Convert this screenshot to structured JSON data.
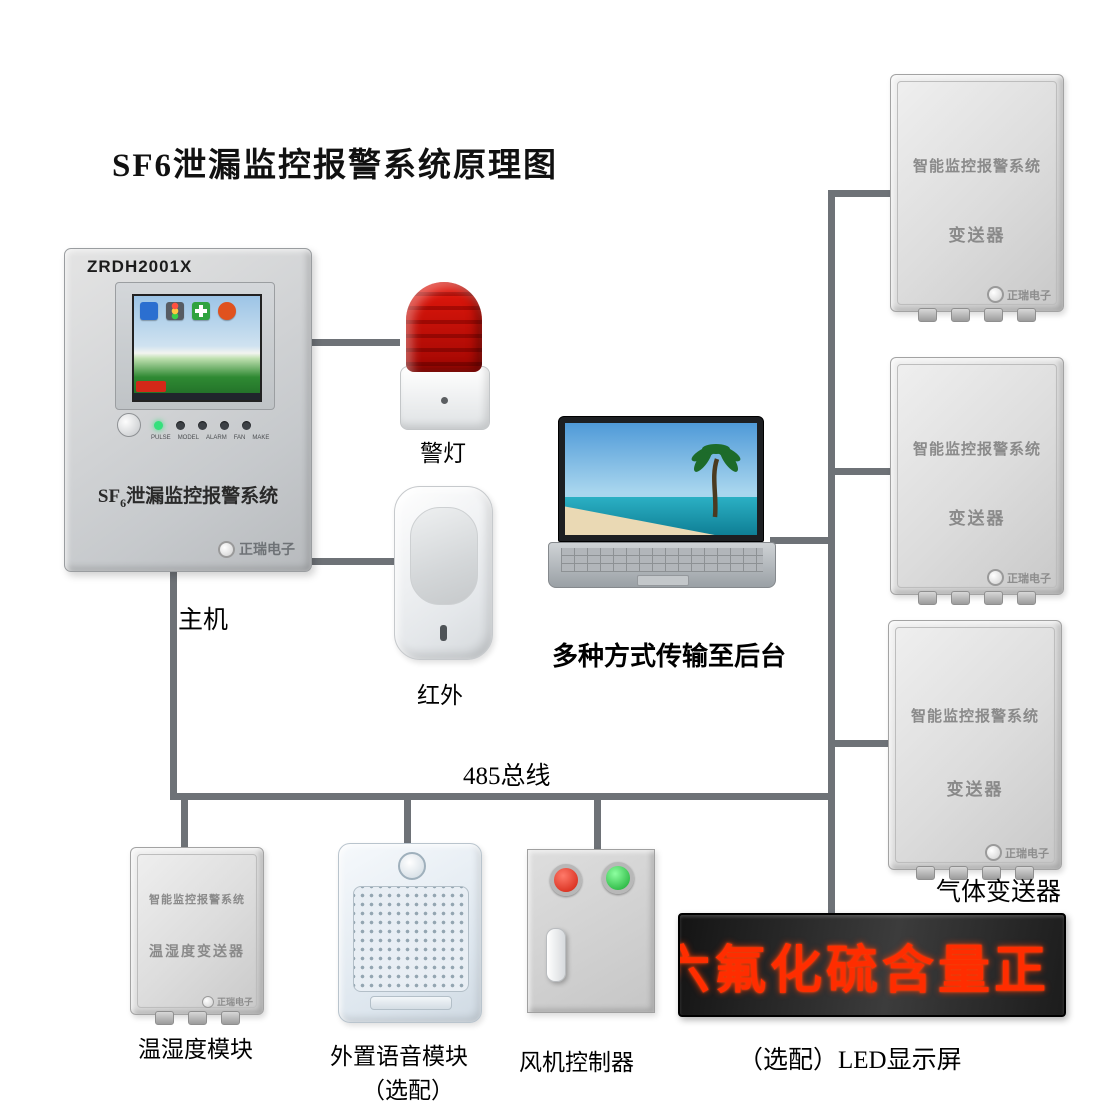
{
  "title": "SF6泄漏监控报警系统原理图",
  "main_unit": {
    "model": "ZRDH2001X",
    "name_prefix": "SF",
    "name_sub": "6",
    "name_suffix": "泄漏监控报警系统",
    "logo": "正瑞电子",
    "indicators": [
      "PULSE",
      "MODEL",
      "ALARM",
      "FAN",
      "MAKE"
    ],
    "label": "主机"
  },
  "alarm_light": {
    "label": "警灯"
  },
  "ir_sensor": {
    "label": "红外"
  },
  "laptop": {
    "caption": "多种方式传输至后台"
  },
  "bus": {
    "label": "485总线"
  },
  "transmitters": {
    "group_label": "气体变送器",
    "items": [
      {
        "line1": "智能监控报警系统",
        "line2": "变送器",
        "logo": "正瑞电子"
      },
      {
        "line1": "智能监控报警系统",
        "line2": "变送器",
        "logo": "正瑞电子"
      },
      {
        "line1": "智能监控报警系统",
        "line2": "变送器",
        "logo": "正瑞电子"
      }
    ]
  },
  "temp_humidity_module": {
    "line1": "智能监控报警系统",
    "line2": "温湿度变送器",
    "logo": "正瑞电子",
    "label": "温湿度模块"
  },
  "voice_module": {
    "label_line1": "外置语音模块",
    "label_line2": "（选配）"
  },
  "fan_controller": {
    "label": "风机控制器"
  },
  "led_display": {
    "text": "六氟化硫含量正",
    "label": "（选配）LED显示屏"
  }
}
